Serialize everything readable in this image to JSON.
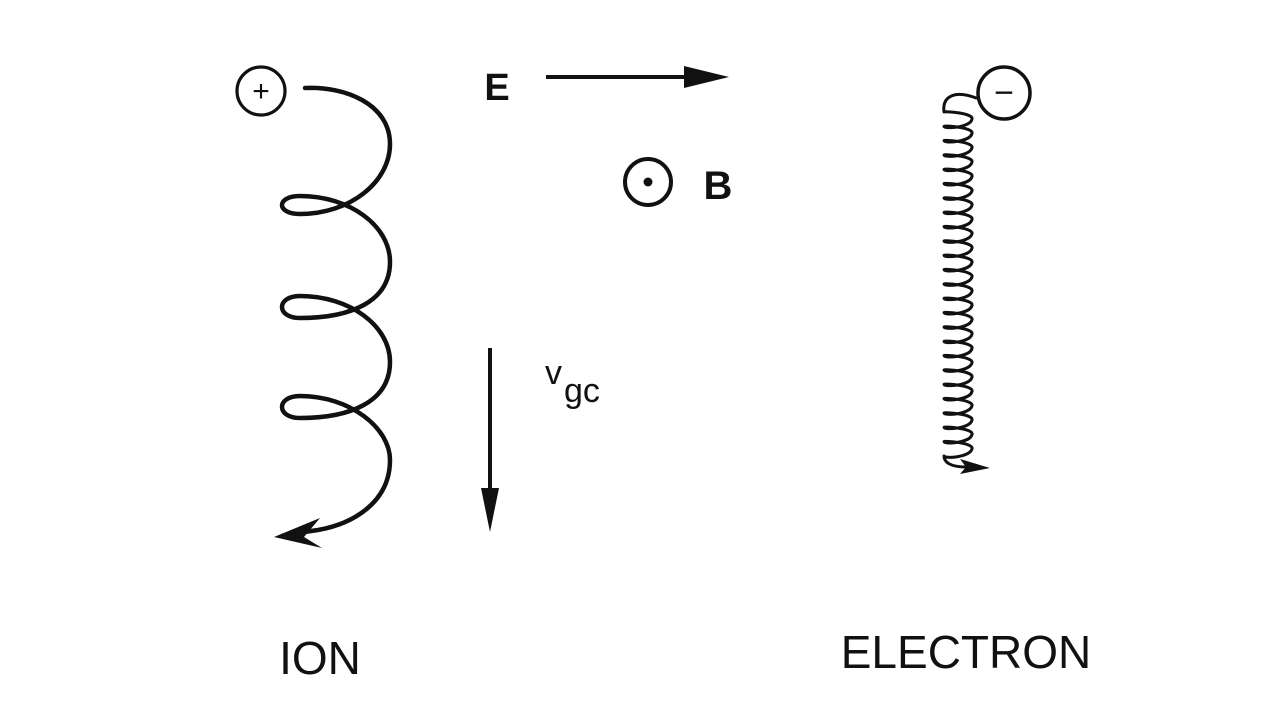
{
  "diagram": {
    "ion_charge": "+",
    "electron_charge": "−",
    "field_e_label": "E",
    "field_b_label": "B",
    "drift_label_main": "v",
    "drift_label_sub": "gc",
    "ion_label": "ION",
    "electron_label": "ELECTRON",
    "stroke_color": "#111111",
    "background": "#ffffff"
  }
}
